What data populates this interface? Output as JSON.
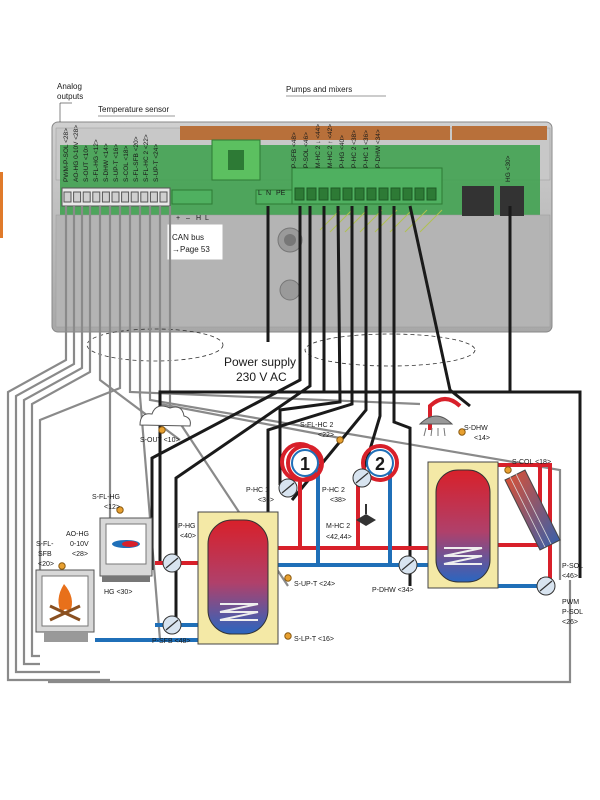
{
  "headers": {
    "analog_outputs_line1": "Analog",
    "analog_outputs_line2": "outputs",
    "temperature_sensor": "Temperature sensor",
    "pumps_and_mixers": "Pumps and mixers"
  },
  "left_terminals": [
    "PWM-P-SOL <28>",
    "AO-HG 0-10V <28>",
    "S-OUT <10>",
    "S-FL-HG <12>",
    "S-DHW <14>",
    "S-UP-T <16>",
    "S-COL <18>",
    "S-FL-SFB <20>",
    "S-FL-HC 2 <22>",
    "S-UP-T <24>"
  ],
  "right_terminals": [
    "P-SFB <48>",
    "P-SOL <46>",
    "M-HC 2 ↓ <44>",
    "M-HC 2 ↑ <42>",
    "P-HG <40>",
    "P-HC 2 <38>",
    "P-HC 1 <36>",
    "P-DHW <34>"
  ],
  "hg_terminal": "HG <30>",
  "can_bus": {
    "line1": "CAN bus",
    "line2": "→Page 53"
  },
  "lnpe": {
    "l": "L",
    "n": "N",
    "pe": "PE"
  },
  "can_pins": {
    "plus": "+",
    "minus": "–",
    "h": "H",
    "l": "L"
  },
  "power_supply": {
    "line1": "Power supply",
    "line2": "230 V AC"
  },
  "outdoor_sensor": "S-OUT <10>",
  "heat_generator": {
    "sensor": "S-FL-HG",
    "sensor_num": "<12>",
    "ao1": "AO-HG",
    "ao2": "0-10V",
    "ao3": "<28>",
    "hg": "HG <30>"
  },
  "solid_fuel": {
    "s1": "S-FL-",
    "s2": "SFB",
    "s3": "<20>"
  },
  "buffer_tank": {
    "p_hg": "P-HG",
    "p_hg_num": "<40>",
    "s_up": "S-UP-T <24>",
    "s_lp": "S-LP-T <16>",
    "p_sfb": "P-SFB <48>"
  },
  "heating_circuits": {
    "c1": "1",
    "c2": "2",
    "fl_hc2": "S-FL-HC 2",
    "fl_hc2_num": "<22>",
    "p_hc1": "P-HC 1",
    "p_hc1_num": "<36>",
    "p_hc2": "P-HC 2",
    "p_hc2_num": "<38>",
    "m_hc2": "M-HC 2",
    "m_hc2_num": "<42,44>"
  },
  "dhw": {
    "s_dhw": "S-DHW",
    "s_dhw_num": "<14>",
    "p_dhw": "P-DHW <34>"
  },
  "solar": {
    "s_col": "S-COL <18>",
    "p_sol1": "P-SOL",
    "p_sol1_num": "<46>",
    "pwm": "PWM",
    "p_sol2": "P-SOL",
    "p_sol2_num": "<26>"
  },
  "colors": {
    "hot": "#d8202a",
    "cold": "#1f6fb8",
    "wire": "#1a1a1a",
    "wire_grey": "#8a8a8a",
    "tank_fill": "#f4e9a6",
    "case": "#bdbdbd",
    "board": "#3aa04a",
    "accent": "#e07a2a"
  }
}
